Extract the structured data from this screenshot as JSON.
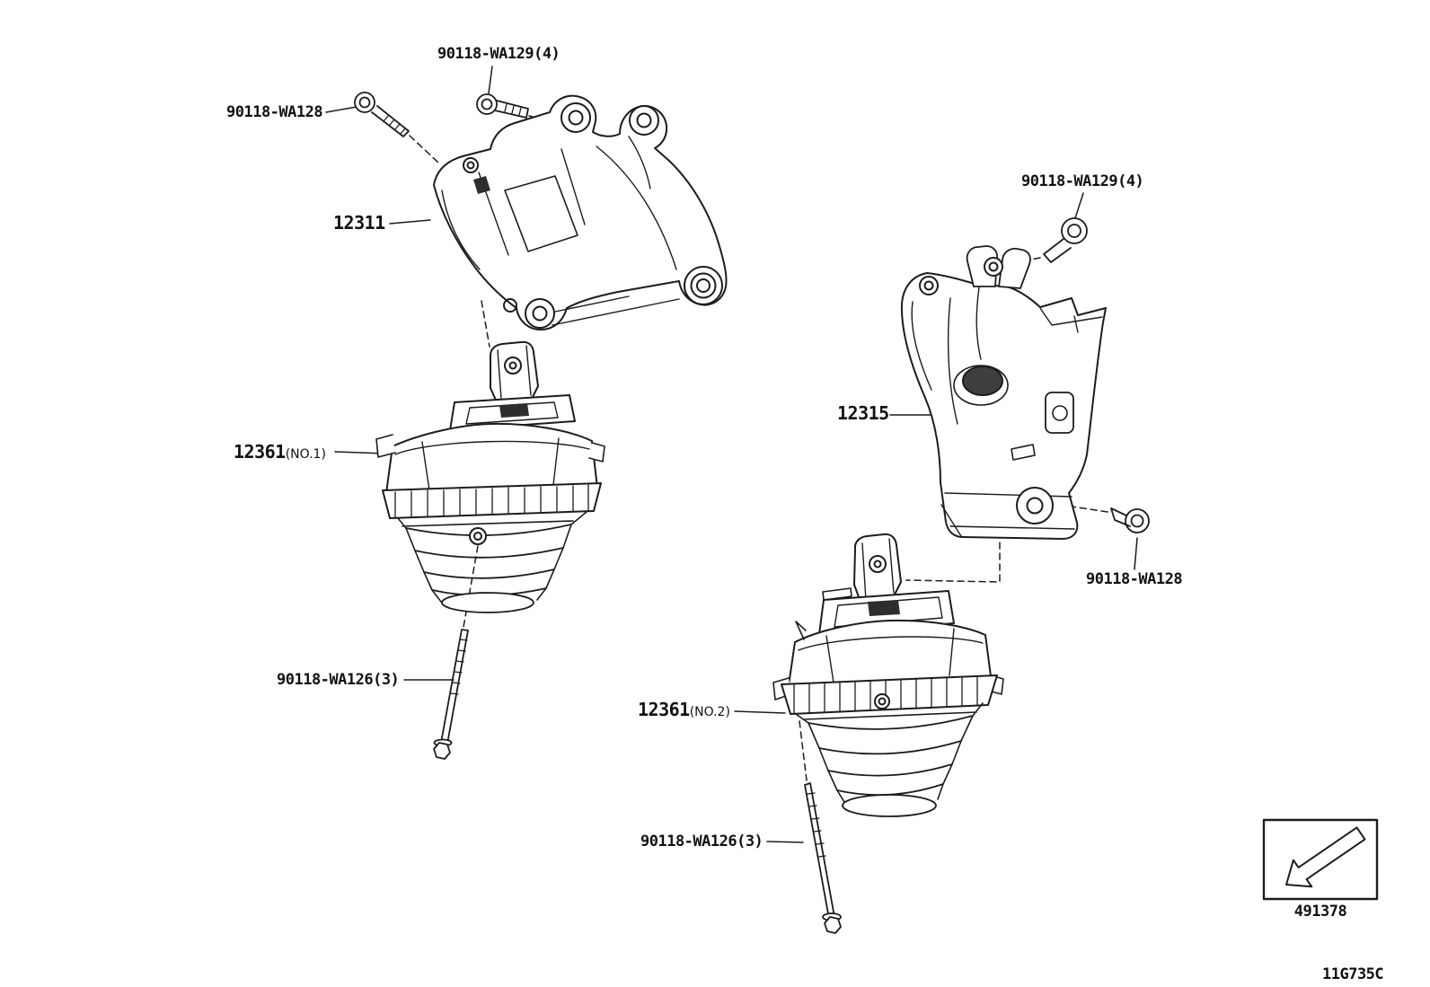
{
  "diagram": {
    "code": "11G735C",
    "frame_ref": "491378",
    "colors": {
      "line": "#1c1c1c",
      "background": "#ffffff"
    },
    "labels": {
      "bolt_wa129_front": "90118-WA129(4)",
      "bolt_wa128_front": "90118-WA128",
      "bracket_front": "12311",
      "insulator_front": "12361",
      "insulator_front_note": "(NO.1)",
      "bolt_wa126_front": "90118-WA126(3)",
      "bolt_wa129_rear": "90118-WA129(4)",
      "bracket_rear": "12315",
      "bolt_wa128_rear": "90118-WA128",
      "insulator_rear": "12361",
      "insulator_rear_note": "(NO.2)",
      "bolt_wa126_rear": "90118-WA126(3)"
    }
  }
}
